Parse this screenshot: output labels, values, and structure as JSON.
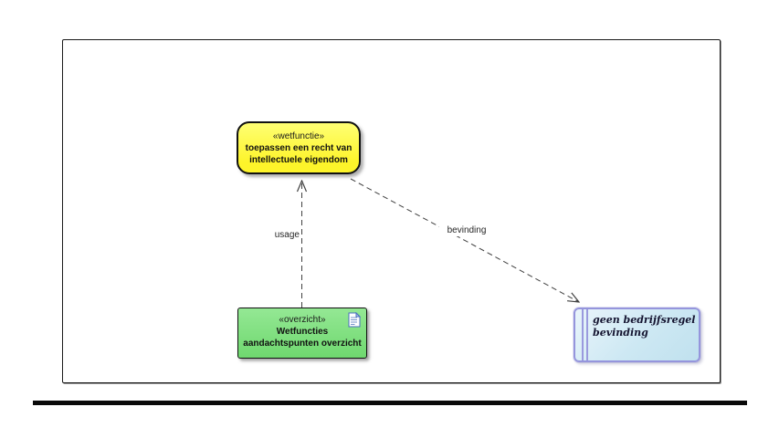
{
  "diagram": {
    "nodes": {
      "wetfunctie": {
        "stereotype": "«wetfunctie»",
        "name_line1": "toepassen een recht van",
        "name_line2": "intellectuele eigendom",
        "fill": "#fdf42a",
        "border_color": "#111111",
        "shape": "rounded-rectangle"
      },
      "overzicht": {
        "stereotype": "«overzicht»",
        "name_line1": "Wetfuncties",
        "name_line2": "aandachtspunten overzicht",
        "fill": "#7de07d",
        "border_color": "#111111",
        "icon": "document-icon",
        "shape": "rectangle"
      },
      "geen_bedrijfsregel": {
        "name_line1": "geen bedrijfsregel",
        "name_line2": "bevinding",
        "fill": "#cde8f3",
        "border_color": "#9595dc",
        "shape": "partition-rectangle"
      }
    },
    "connectors": {
      "usage": {
        "label": "usage",
        "style": "dashed",
        "arrowhead": "open",
        "from": "overzicht",
        "to": "wetfunctie"
      },
      "bevinding": {
        "label": "bevinding",
        "style": "dashed",
        "arrowhead": "open",
        "from": "wetfunctie",
        "to": "geen_bedrijfsregel"
      }
    },
    "colors": {
      "background": "#ffffff",
      "frame_border": "#1a1a1a",
      "connector": "#404040",
      "bottom_bar": "#0a0a0a"
    }
  }
}
